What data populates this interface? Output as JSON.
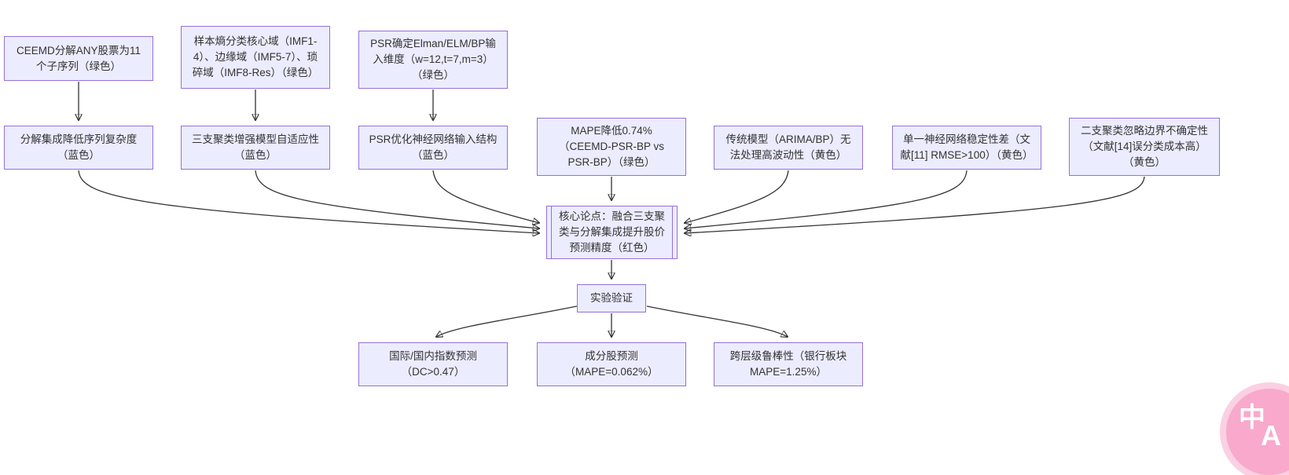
{
  "diagram": {
    "type": "flowchart",
    "colors": {
      "node_fill": "#ECECFF",
      "node_border": "#9370DB",
      "edge": "#333333",
      "text": "#333333",
      "translate_button": "#F8A9CC"
    },
    "nodes": {
      "ceemd": {
        "label": "CEEMD分解ANY股票为11个子序列（绿色）"
      },
      "entropy": {
        "label": "样本熵分类核心域（IMF1-4）、边缘域（IMF5-7）、琐碎域（IMF8-Res）（绿色）"
      },
      "psr_input": {
        "label": "PSR确定Elman/ELM/BP输入维度（w=12,t=7,m=3）（绿色）"
      },
      "decomp": {
        "label": "分解集成降低序列复杂度（蓝色）"
      },
      "threeway": {
        "label": "三支聚类增强模型自适应性（蓝色）"
      },
      "psr_opt": {
        "label": "PSR优化神经网络输入结构（蓝色）"
      },
      "mape": {
        "label": "MAPE降低0.74%（CEEMD-PSR-BP vs PSR-BP）（绿色）"
      },
      "traditional": {
        "label": "传统模型（ARIMA/BP）无法处理高波动性（黄色）"
      },
      "single_nn": {
        "label": "单一神经网络稳定性差（文献[11] RMSE>100）（黄色）"
      },
      "twoway": {
        "label": "二支聚类忽略边界不确定性（文献[14]误分类成本高）（黄色）"
      },
      "core": {
        "label": "核心论点：融合三支聚类与分解集成提升股价预测精度（红色）"
      },
      "experiment": {
        "label": "实验验证"
      },
      "index_pred": {
        "label": "国际/国内指数预测（DC>0.47）"
      },
      "stock_pred": {
        "label": "成分股预测（MAPE=0.062%）"
      },
      "robustness": {
        "label": "跨层级鲁棒性（银行板块MAPE=1.25%）"
      }
    },
    "edges": [
      {
        "from": "ceemd",
        "to": "decomp"
      },
      {
        "from": "entropy",
        "to": "threeway"
      },
      {
        "from": "psr_input",
        "to": "psr_opt"
      },
      {
        "from": "decomp",
        "to": "core"
      },
      {
        "from": "threeway",
        "to": "core"
      },
      {
        "from": "psr_opt",
        "to": "core"
      },
      {
        "from": "mape",
        "to": "core"
      },
      {
        "from": "traditional",
        "to": "core"
      },
      {
        "from": "single_nn",
        "to": "core"
      },
      {
        "from": "twoway",
        "to": "core"
      },
      {
        "from": "core",
        "to": "experiment"
      },
      {
        "from": "experiment",
        "to": "index_pred"
      },
      {
        "from": "experiment",
        "to": "stock_pred"
      },
      {
        "from": "experiment",
        "to": "robustness"
      }
    ]
  },
  "translate_button": {
    "zh_glyph": "中",
    "en_glyph": "A"
  }
}
